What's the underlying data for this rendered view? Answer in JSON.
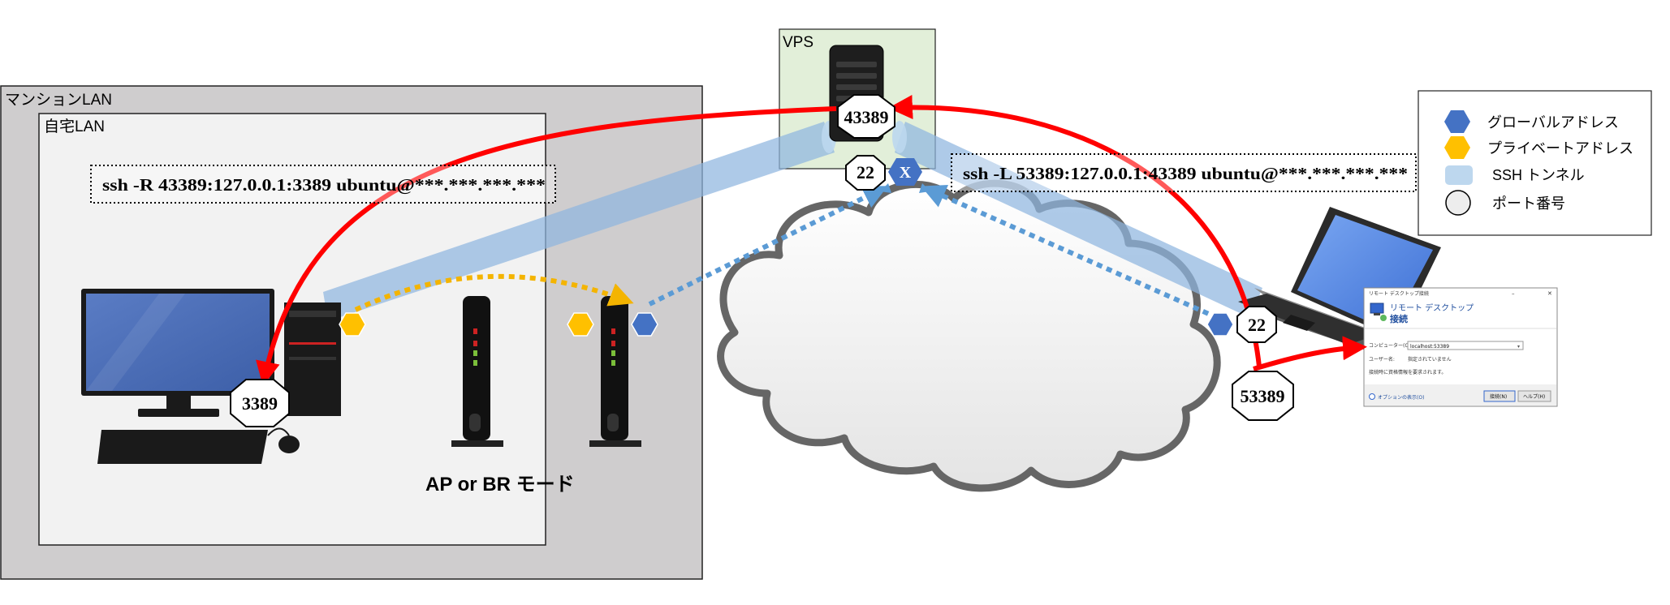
{
  "zones": {
    "mansion_lan": "マンションLAN",
    "home_lan": "自宅LAN",
    "vps": "VPS"
  },
  "commands": {
    "reverse": "ssh -R 43389:127.0.0.1:3389 ubuntu@***.***.***.***",
    "local": "ssh -L 53389:127.0.0.1:43389 ubuntu@***.***.***.***"
  },
  "ports": {
    "vps_forward": "43389",
    "vps_ssh": "22",
    "pc_rdp": "3389",
    "laptop_ssh": "22",
    "laptop_local": "53389"
  },
  "nat_symbol": "X",
  "router_mode_label": "AP or BR モード",
  "legend": {
    "global_address": "グローバルアドレス",
    "private_address": "プライベートアドレス",
    "ssh_tunnel": "SSH トンネル",
    "port_number": "ポート番号"
  },
  "rdp_dialog": {
    "window_title": "リモート デスクトップ接続",
    "heading_line1": "リモート デスクトップ",
    "heading_line2": "接続",
    "computer_label": "コンピューター(C):",
    "computer_value": "localhost:53389",
    "user_label": "ユーザー名:",
    "user_value": "指定されていません",
    "note": "接続時に資格情報を要求されます。",
    "options": "オプションの表示(O)",
    "connect_button": "接続(N)",
    "help_button": "ヘルプ(H)",
    "close_glyph": "✕",
    "minimize_glyph": "–"
  },
  "colors": {
    "global_address": "#4472C4",
    "private_address": "#FFC000",
    "ssh_tunnel": "#9DC3E6",
    "session_arrow": "#FF0000",
    "lan_link": "#F4B400",
    "wan_link": "#5B9BD5",
    "mansion_bg": "#CFCDCE",
    "home_bg": "#F2F2F2",
    "vps_bg": "#E2EFD9"
  }
}
